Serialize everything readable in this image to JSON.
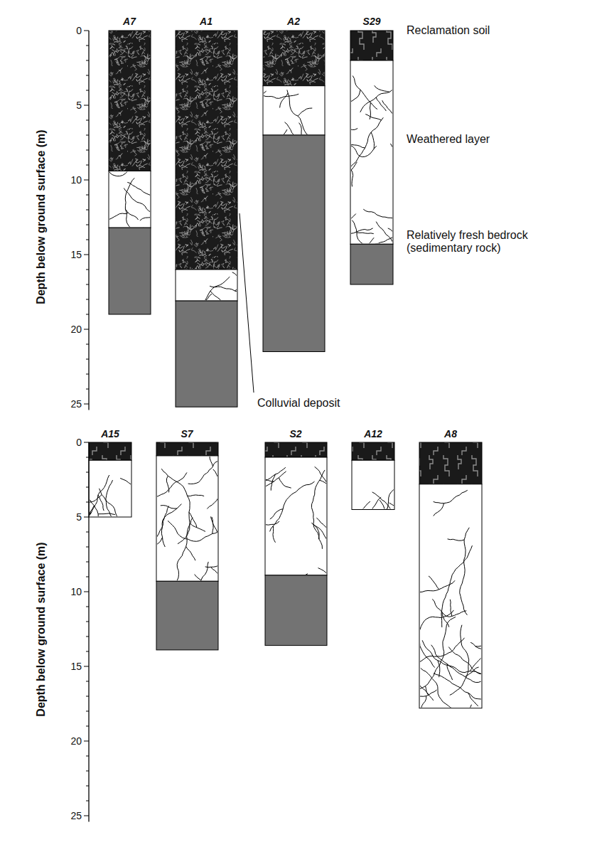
{
  "diagram": {
    "labels": [
      "A7",
      "A1",
      "A2",
      "S29",
      "Reclamation soil",
      "Weathered layer",
      "Relatively fresh bedrock (sedimentary rock)",
      "Colluvial deposit",
      "Depth below ground surface (m)",
      "0",
      "5",
      "10",
      "15",
      "20",
      "25",
      "A15",
      "S7",
      "S2",
      "A12",
      "A8",
      "Depth below ground surface (m)",
      "0",
      "5",
      "10",
      "15",
      "20",
      "25"
    ]
  }
}
